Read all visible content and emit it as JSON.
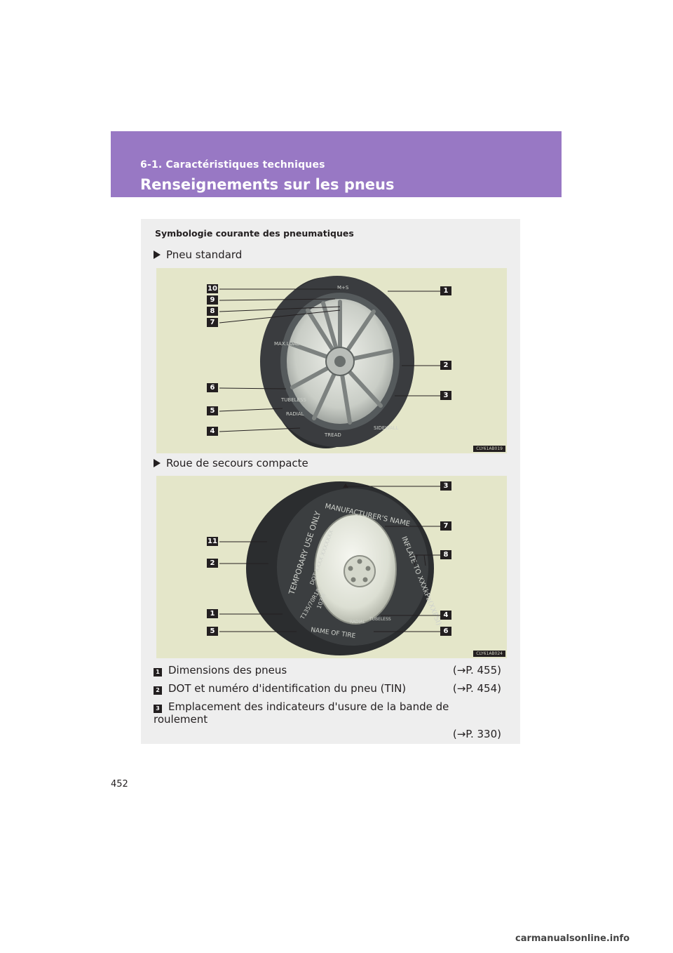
{
  "header": {
    "section": "6-1. Caractéristiques techniques",
    "title": "Renseignements sur les pneus"
  },
  "box": {
    "heading": "Symbologie courante des pneumatiques",
    "standard": {
      "label": "Pneu standard",
      "code": "CLY61AB019",
      "callouts_left": [
        "10",
        "9",
        "8",
        "7",
        "6",
        "5",
        "4"
      ],
      "callouts_right": [
        "1",
        "2",
        "3"
      ],
      "tire_text": [
        "M+S",
        "TREAD",
        "SIDEWALL",
        "TUBELESS",
        "RADIAL",
        "MAX.LOAD"
      ]
    },
    "compact": {
      "label": "Roue de secours compacte",
      "code": "CLY61AB024",
      "callouts_left": [
        "11",
        "2",
        "1",
        "5"
      ],
      "callouts_right": [
        "3",
        "7",
        "8",
        "4",
        "6"
      ],
      "tire_text": [
        "TEMPORARY USE ONLY",
        "INFLATE TO XXXkPa(XXPSI)",
        "MANUFACTURER'S NAME",
        "NAME OF TIRE",
        "T135/70R18",
        "DOT XXXX XXXXXXX",
        "103M",
        "RADIAL",
        "TUBELESS"
      ]
    }
  },
  "items": [
    {
      "num": "1",
      "text": "Dimensions des pneus",
      "ref": "(→P. 455)"
    },
    {
      "num": "2",
      "text": "DOT et numéro d'identification du pneu (TIN)",
      "ref": "(→P. 454)"
    },
    {
      "num": "3",
      "text": "Emplacement des indicateurs d'usure de la bande de roulement",
      "ref": "(→P. 330)"
    }
  ],
  "page_number": "452",
  "footer": "carmanualsonline.info"
}
